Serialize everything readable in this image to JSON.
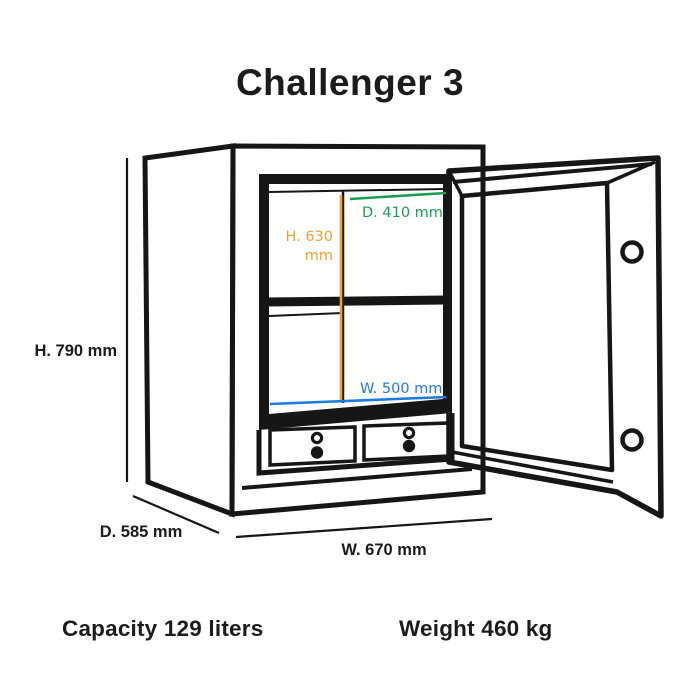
{
  "title": "Challenger 3",
  "dimensions": {
    "outer_height": {
      "label": "H. 790 mm"
    },
    "outer_depth": {
      "label": "D. 585 mm"
    },
    "outer_width": {
      "label": "W. 670 mm"
    },
    "inner_depth": {
      "label": "D. 410 mm"
    },
    "inner_height": {
      "line1": "H. 630",
      "line2": "mm"
    },
    "inner_width": {
      "label": "W. 500 mm"
    }
  },
  "specs": {
    "capacity": "Capacity 129 liters",
    "weight": "Weight 460 kg"
  },
  "colors": {
    "ink": "#161616",
    "orange": "#F0A032",
    "green": "#1A9D50",
    "blue": "#1E7BDE"
  }
}
